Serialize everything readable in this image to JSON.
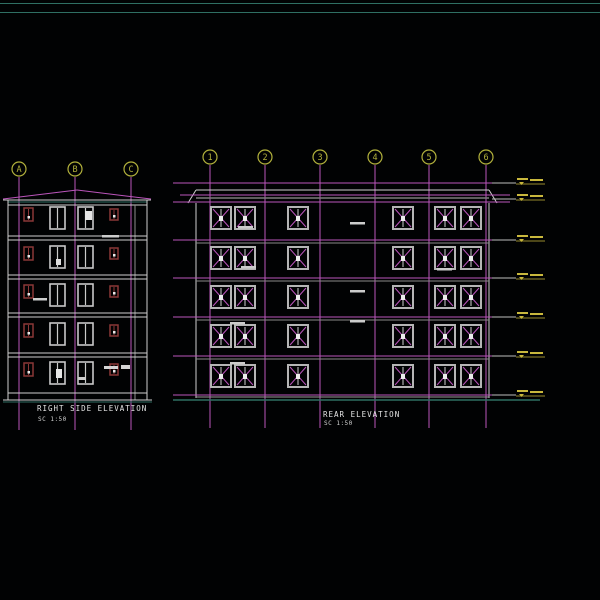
{
  "drawing": {
    "type": "cad-architectural-elevations",
    "colors": {
      "background": "#010203",
      "grid_magenta": "#bb55bb",
      "outline_white": "#cfcfcf",
      "bright_white": "#efefef",
      "teal_rule": "#2f6f63",
      "bubble_yellow": "#b2b13c",
      "level_yellow": "#c9b83d",
      "window_frame_grey": "#b5b5b5",
      "red_mark": "#8b3838",
      "inner_grey": "#8f8f8f"
    },
    "right_side_elevation": {
      "title": "RIGHT SIDE ELEVATION",
      "scale_label": "SC 1:50",
      "grid_bubbles": [
        "A",
        "B",
        "C"
      ],
      "floors": 5
    },
    "rear_elevation": {
      "title": "REAR ELEVATION",
      "scale_label": "SC 1:50",
      "grid_bubbles": [
        "1",
        "2",
        "3",
        "4",
        "5",
        "6"
      ],
      "floors": 5,
      "windows_per_floor": 6,
      "level_markers": 7
    }
  }
}
